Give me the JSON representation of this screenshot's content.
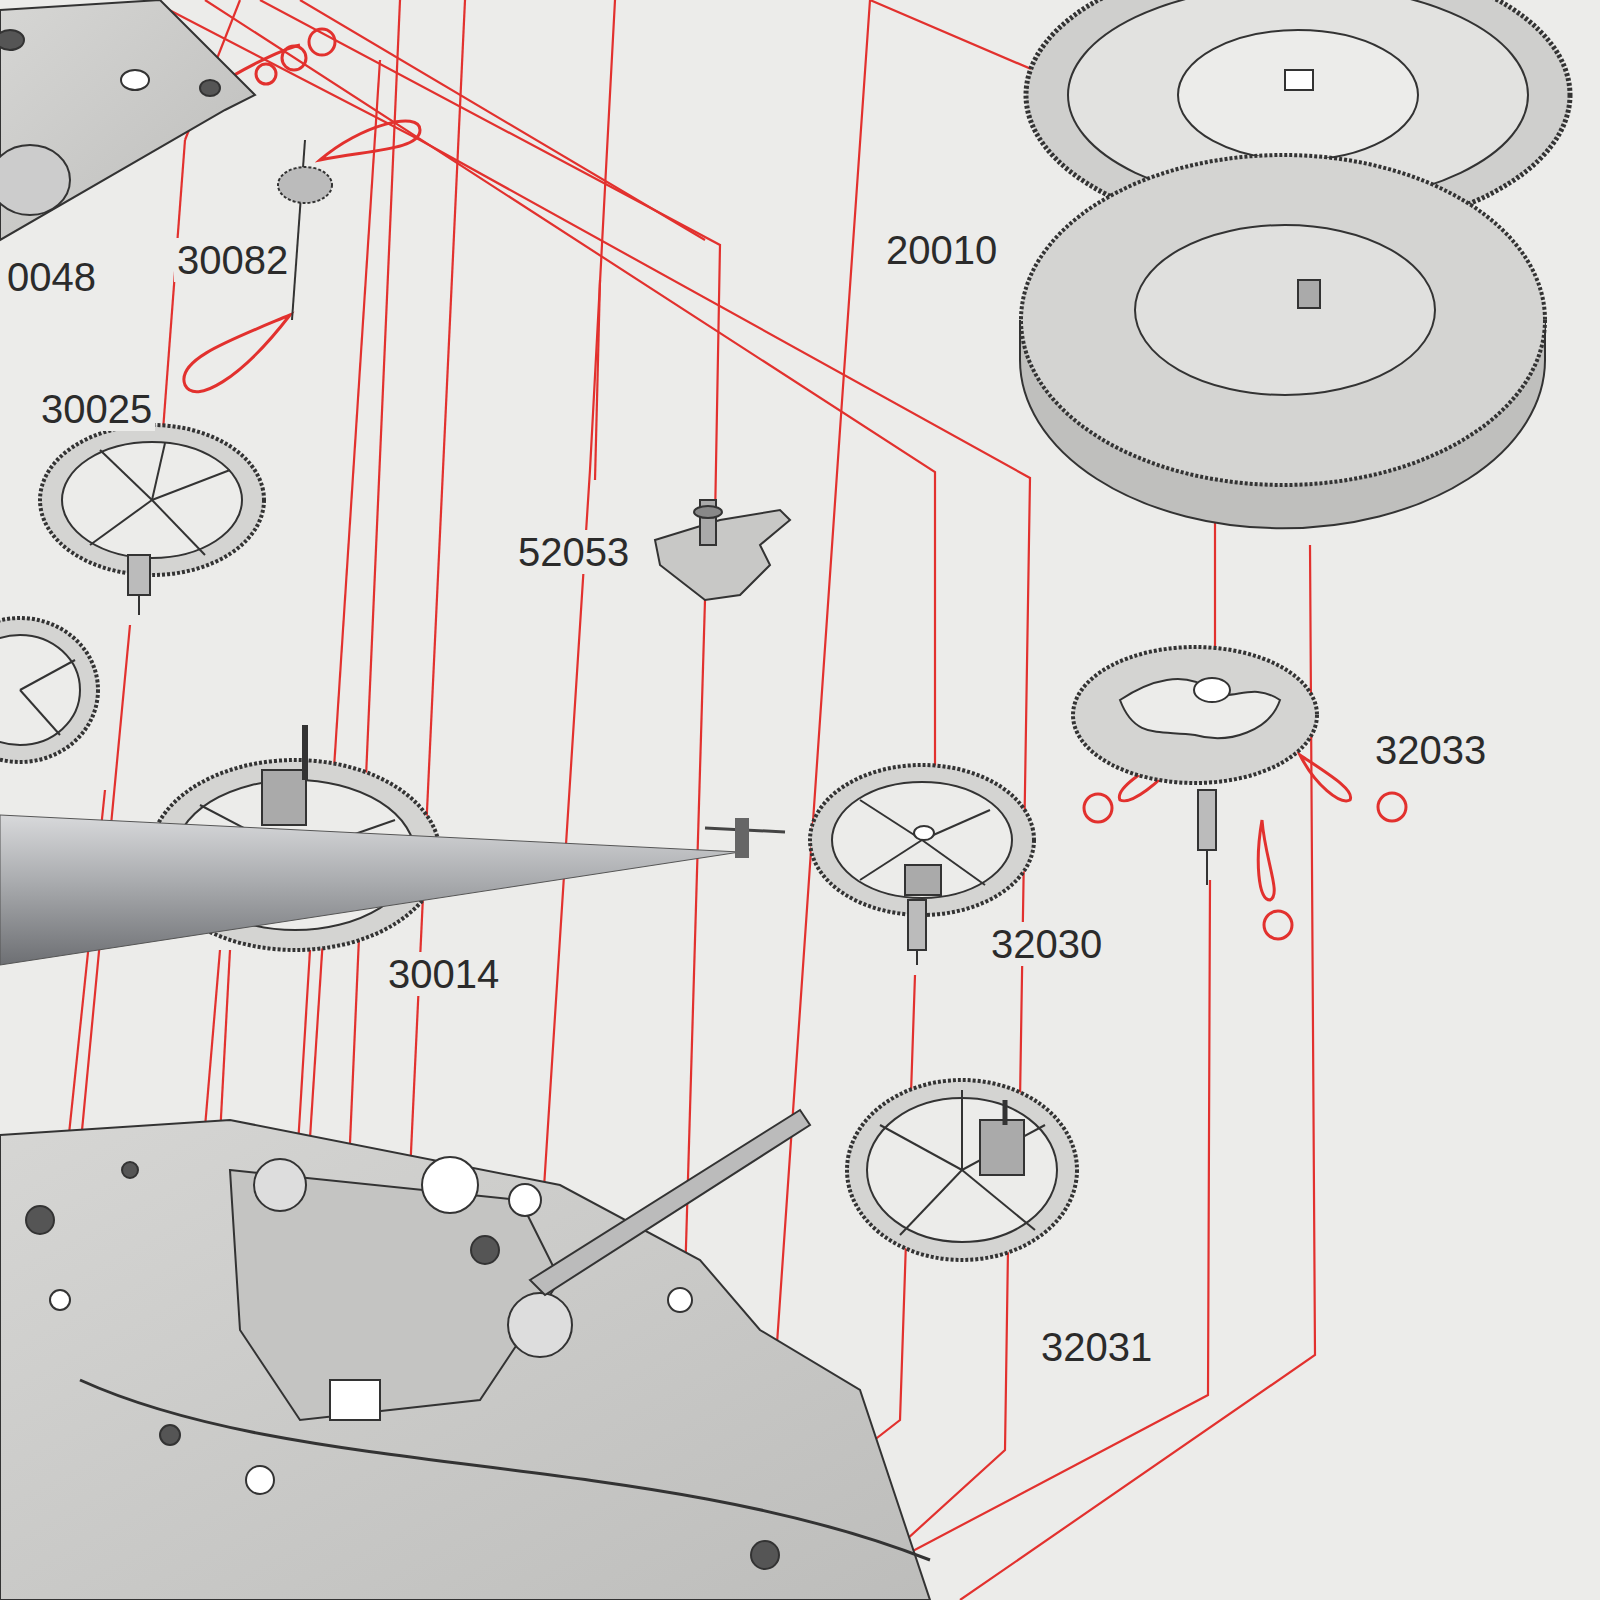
{
  "diagram": {
    "labels": [
      "0048",
      "30082",
      "30025",
      "52053",
      "20010",
      "32033",
      "30014",
      "32030",
      "32031"
    ]
  }
}
